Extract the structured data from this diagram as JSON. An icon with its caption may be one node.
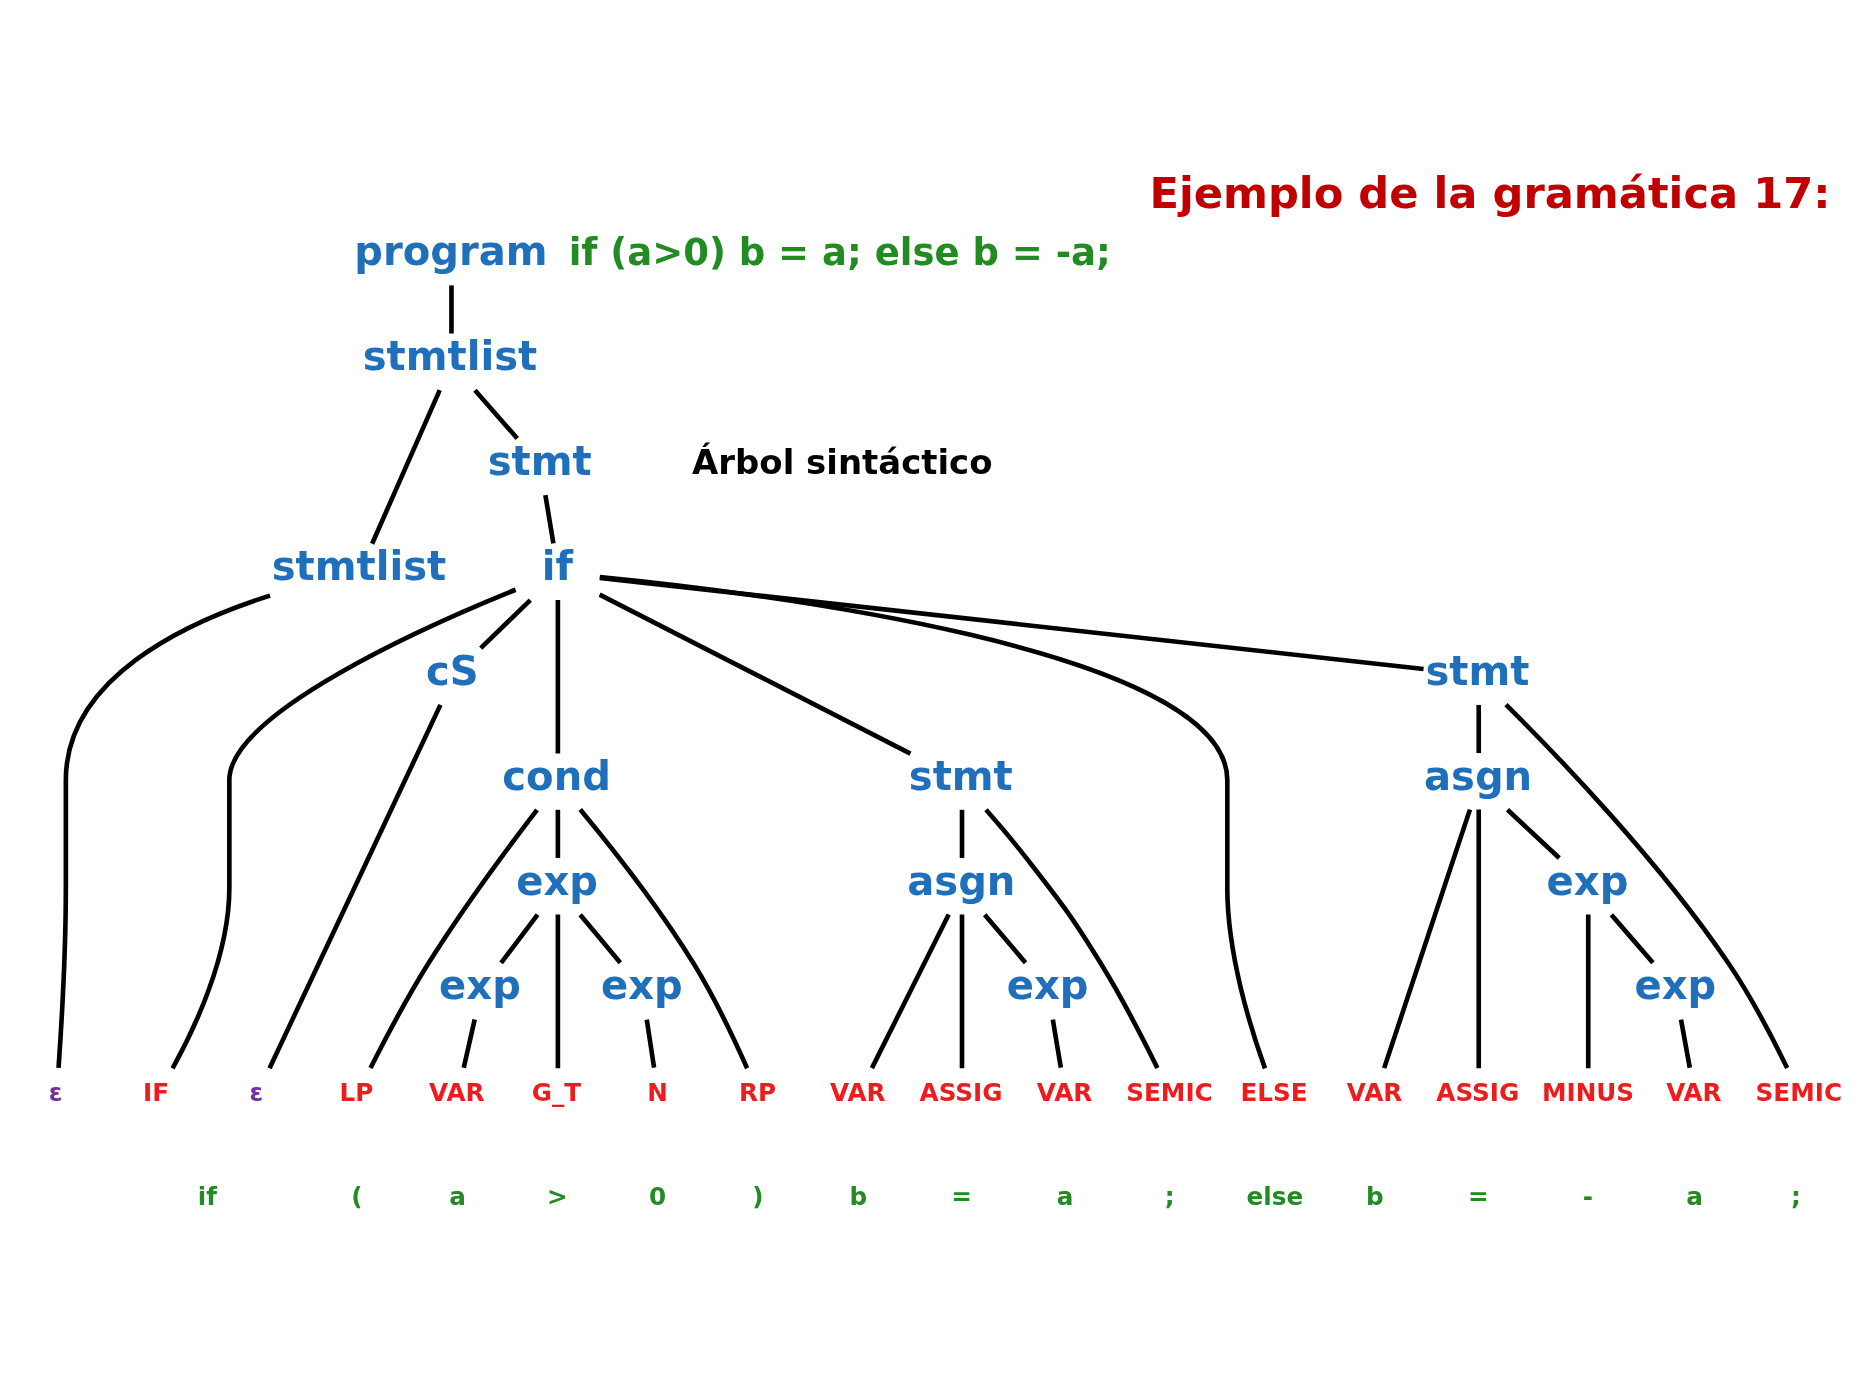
{
  "diagram": {
    "title": "Ejemplo de la gramática 17:",
    "nodes": [
      {
        "text": [
          "program"
        ]
      },
      {
        "text": [
          "stmtlist"
        ]
      },
      {
        "text": [
          "stmtlist"
        ]
      },
      {
        "text": [
          "stmt"
        ]
      },
      {
        "text": [
          "if"
        ]
      },
      {
        "text": [
          "cS"
        ]
      },
      {
        "text": [
          "cond"
        ]
      },
      {
        "text": [
          "stmt"
        ]
      },
      {
        "text": [
          "stmt"
        ]
      },
      {
        "text": [
          "asgn"
        ]
      },
      {
        "text": [
          "asgn"
        ]
      },
      {
        "text": [
          "exp"
        ]
      },
      {
        "text": [
          "exp"
        ]
      },
      {
        "text": [
          "exp"
        ]
      },
      {
        "text": [
          "exp"
        ]
      },
      {
        "text": [
          "exp"
        ]
      },
      {
        "text": [
          "exp"
        ]
      },
      {
        "text": [
          "ε"
        ]
      },
      {
        "text": [
          "IF"
        ]
      },
      {
        "text": [
          "ε"
        ]
      },
      {
        "text": [
          "LP"
        ]
      },
      {
        "text": [
          "VAR"
        ]
      },
      {
        "text": [
          "G_T"
        ]
      },
      {
        "text": [
          "N"
        ]
      },
      {
        "text": [
          "RP"
        ]
      },
      {
        "text": [
          "VAR"
        ]
      },
      {
        "text": [
          "ASSIG"
        ]
      },
      {
        "text": [
          "VAR"
        ]
      },
      {
        "text": [
          "SEMIC"
        ]
      },
      {
        "text": [
          "ELSE"
        ]
      },
      {
        "text": [
          "VAR"
        ]
      },
      {
        "text": [
          "ASSIG"
        ]
      },
      {
        "text": [
          "MINUS"
        ]
      },
      {
        "text": [
          "VAR"
        ]
      },
      {
        "text": [
          "SEMIC"
        ]
      }
    ],
    "edges": [
      {
        "from": 0,
        "to": 1,
        "arrow": "none"
      },
      {
        "from": 1,
        "to": 2,
        "arrow": "none"
      },
      {
        "from": 1,
        "to": 3,
        "arrow": "none"
      },
      {
        "from": 2,
        "to": 17,
        "arrow": "none"
      },
      {
        "from": 3,
        "to": 4,
        "arrow": "none"
      },
      {
        "from": 4,
        "to": 18,
        "arrow": "none"
      },
      {
        "from": 4,
        "to": 5,
        "arrow": "none"
      },
      {
        "from": 4,
        "to": 6,
        "arrow": "none"
      },
      {
        "from": 4,
        "to": 7,
        "arrow": "none"
      },
      {
        "from": 4,
        "to": 29,
        "arrow": "none"
      },
      {
        "from": 4,
        "to": 8,
        "arrow": "none"
      },
      {
        "from": 5,
        "to": 19,
        "arrow": "none"
      },
      {
        "from": 6,
        "to": 20,
        "arrow": "none"
      },
      {
        "from": 6,
        "to": 11,
        "arrow": "none"
      },
      {
        "from": 6,
        "to": 24,
        "arrow": "none"
      },
      {
        "from": 11,
        "to": 13,
        "arrow": "none"
      },
      {
        "from": 11,
        "to": 22,
        "arrow": "none"
      },
      {
        "from": 11,
        "to": 14,
        "arrow": "none"
      },
      {
        "from": 13,
        "to": 21,
        "arrow": "none"
      },
      {
        "from": 14,
        "to": 23,
        "arrow": "none"
      },
      {
        "from": 7,
        "to": 9,
        "arrow": "none"
      },
      {
        "from": 7,
        "to": 28,
        "arrow": "none"
      },
      {
        "from": 9,
        "to": 25,
        "arrow": "none"
      },
      {
        "from": 9,
        "to": 26,
        "arrow": "none"
      },
      {
        "from": 9,
        "to": 15,
        "arrow": "none"
      },
      {
        "from": 15,
        "to": 27,
        "arrow": "none"
      },
      {
        "from": 8,
        "to": 10,
        "arrow": "none"
      },
      {
        "from": 8,
        "to": 34,
        "arrow": "none"
      },
      {
        "from": 10,
        "to": 30,
        "arrow": "none"
      },
      {
        "from": 10,
        "to": 31,
        "arrow": "none"
      },
      {
        "from": 10,
        "to": 12,
        "arrow": "none"
      },
      {
        "from": 12,
        "to": 32,
        "arrow": "none"
      },
      {
        "from": 12,
        "to": 16,
        "arrow": "none"
      },
      {
        "from": 16,
        "to": 33,
        "arrow": "none"
      }
    ],
    "labels": [
      "if (a>0) b = a; else b = -a;",
      "Árbol sintáctico",
      "if",
      "(",
      "a",
      ">",
      "0",
      ")",
      "b",
      "=",
      "a",
      ";",
      "else",
      "b",
      "=",
      "-",
      "a",
      ";"
    ]
  }
}
